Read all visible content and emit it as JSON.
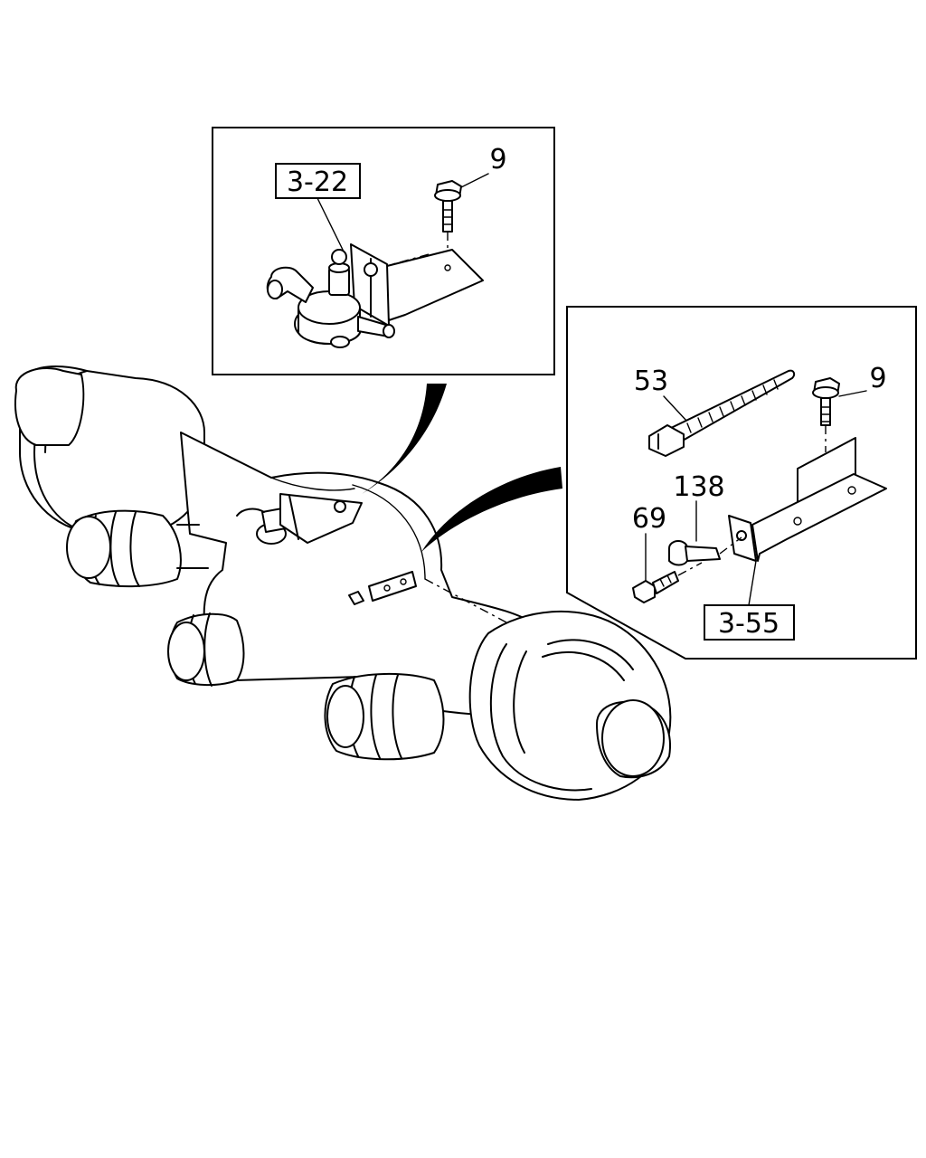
{
  "callouts": {
    "ref_valve": "3-22",
    "ref_bracket": "3-55",
    "bolt_top": "9",
    "bolt_right": "9",
    "cable_tie": "53",
    "clip": "138",
    "bolt_small": "69"
  }
}
